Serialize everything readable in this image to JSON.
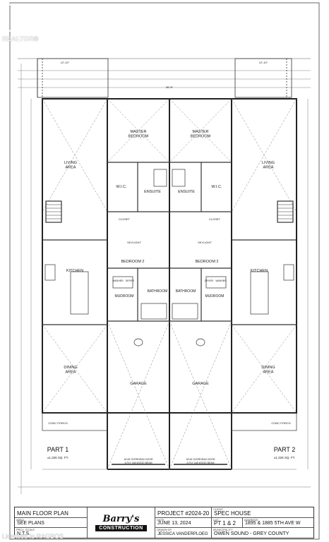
{
  "plan": {
    "outer_top_left": "12'-10\"",
    "outer_top_right": "12'-10\"",
    "overall_width": "36'-8\"",
    "garage_door": "16'x8' OVERHEAD DOOR",
    "garage_beam": "3-PLY 2x8 WOOD BEAM",
    "conc_porch": "CONC PORCH",
    "rooms": {
      "master": "MASTER\nBEDROOM",
      "living": "LIVING\nAREA",
      "wic": "W.I.C.",
      "ensuite": "ENSUITE",
      "closet": "CLOSET",
      "bedroom2": "BEDROOM 2",
      "kitchen": "KITCHEN",
      "mudroom": "MUDROOM",
      "bathroom": "BATHROOM",
      "dining": "DINING\nAREA",
      "garage": "GARAGE",
      "washer": "WASHER",
      "dryer": "DRYER",
      "skylight": "SKYLIGHT"
    },
    "part1": {
      "label": "PART 1",
      "area": "±1,326 SQ. FT."
    },
    "part2": {
      "label": "PART 2",
      "area": "±1,326 SQ. FT."
    }
  },
  "title_block": {
    "drawing_title": "MAIN FLOOR PLAN",
    "area_label": "AREA",
    "area_value": "SEE PLANS",
    "scale_label": "PROJ. SCALE",
    "scale_value": "N.T.S.",
    "logo_name": "Barry's",
    "logo_sub": "CONSTRUCTION",
    "project": "PROJECT #2024-20",
    "date_label": "DATE",
    "date_value": "JUNE 13, 2024",
    "drawn_label": "DRAWN BY",
    "drawn_value": "JESSICA VANDERPLOEG",
    "client_label": "CLIENT",
    "client_value": "SPEC HOUSE",
    "lot_label": "LOT",
    "lot_value": "PT 1 & 2",
    "address_label": "ADDRESS",
    "address_value": "1895 & 1885 5TH AVE W",
    "muni_label": "MUNICIPALITY",
    "muni_value": "OWEN SOUND - GREY COUNTY"
  },
  "watermarks": {
    "realtor": "REALTOR®",
    "licensed": "Licensed to RAGBOS"
  }
}
